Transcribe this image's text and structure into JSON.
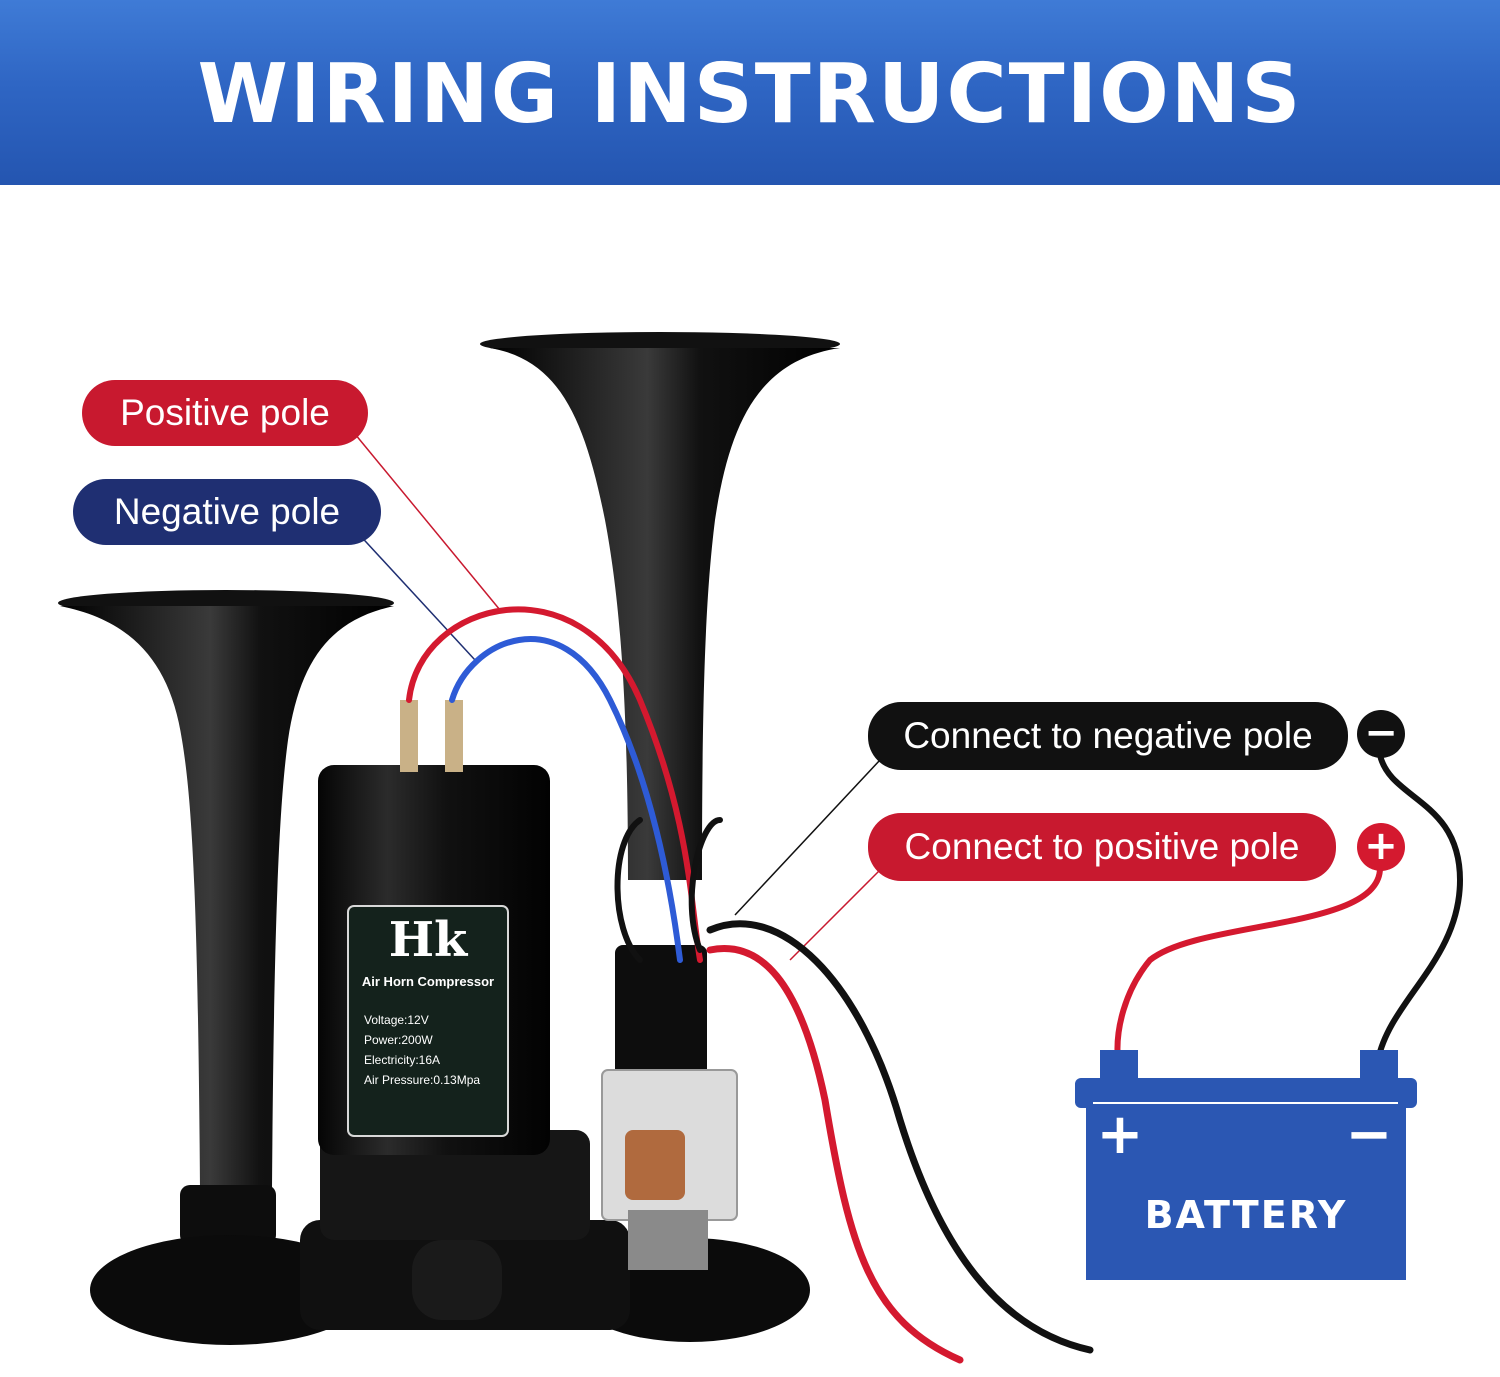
{
  "banner": {
    "title": "WIRING INSTRUCTIONS"
  },
  "callouts": {
    "positive_pole": "Positive pole",
    "negative_pole": "Negative pole",
    "connect_negative": "Connect to negative pole",
    "connect_positive": "Connect to positive pole"
  },
  "signs": {
    "minus": "−",
    "plus": "+"
  },
  "product": {
    "brand": "Hk",
    "name": "Air Horn Compressor",
    "specs": [
      "Voltage:12V",
      "Power:200W",
      "Electricity:16A",
      "Air Pressure:0.13Mpa"
    ]
  },
  "battery": {
    "label": "BATTERY",
    "plus": "+",
    "minus": "−"
  },
  "colors": {
    "banner": "#2f66c4",
    "red": "#c8192f",
    "navy": "#1f2f72",
    "black": "#111111",
    "battery": "#2b57b3"
  }
}
